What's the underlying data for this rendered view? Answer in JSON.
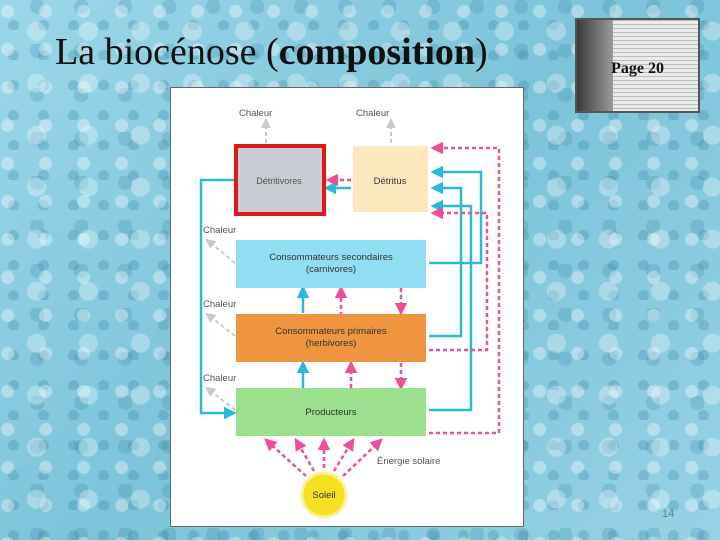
{
  "slide": {
    "title_prefix": "La biocénose (",
    "title_bold": "composition",
    "title_suffix": ")",
    "book_label": "Page 20",
    "page_number": "14"
  },
  "diagram": {
    "heat_top_left": "Chaleur",
    "heat_top_right": "Chaleur",
    "heat_side_1": "Chaleur",
    "heat_side_2": "Chaleur",
    "heat_side_3": "Chaleur",
    "detritivores": "Détritivores",
    "detritus": "Détritus",
    "secondary_line1": "Consommateurs secondaires",
    "secondary_line2": "(carnivores)",
    "primary_line1": "Consommateurs primaires",
    "primary_line2": "(herbivores)",
    "producers": "Producteurs",
    "solar_energy": "Énergie solaire",
    "sun": "Soleil"
  },
  "colors": {
    "detritivores_fill": "#c9ccd2",
    "highlight_border": "#e01818",
    "detritus_fill": "#fbe9bd",
    "secondary_fill": "#8fdff0",
    "primary_fill": "#ef9540",
    "producers_fill": "#9be08e",
    "sun_fill": "#f6e020",
    "energy_arrow": "#ee4d9a",
    "nutrient_arrow": "#29b9dc",
    "heat_arrow": "#c9c9c9"
  }
}
